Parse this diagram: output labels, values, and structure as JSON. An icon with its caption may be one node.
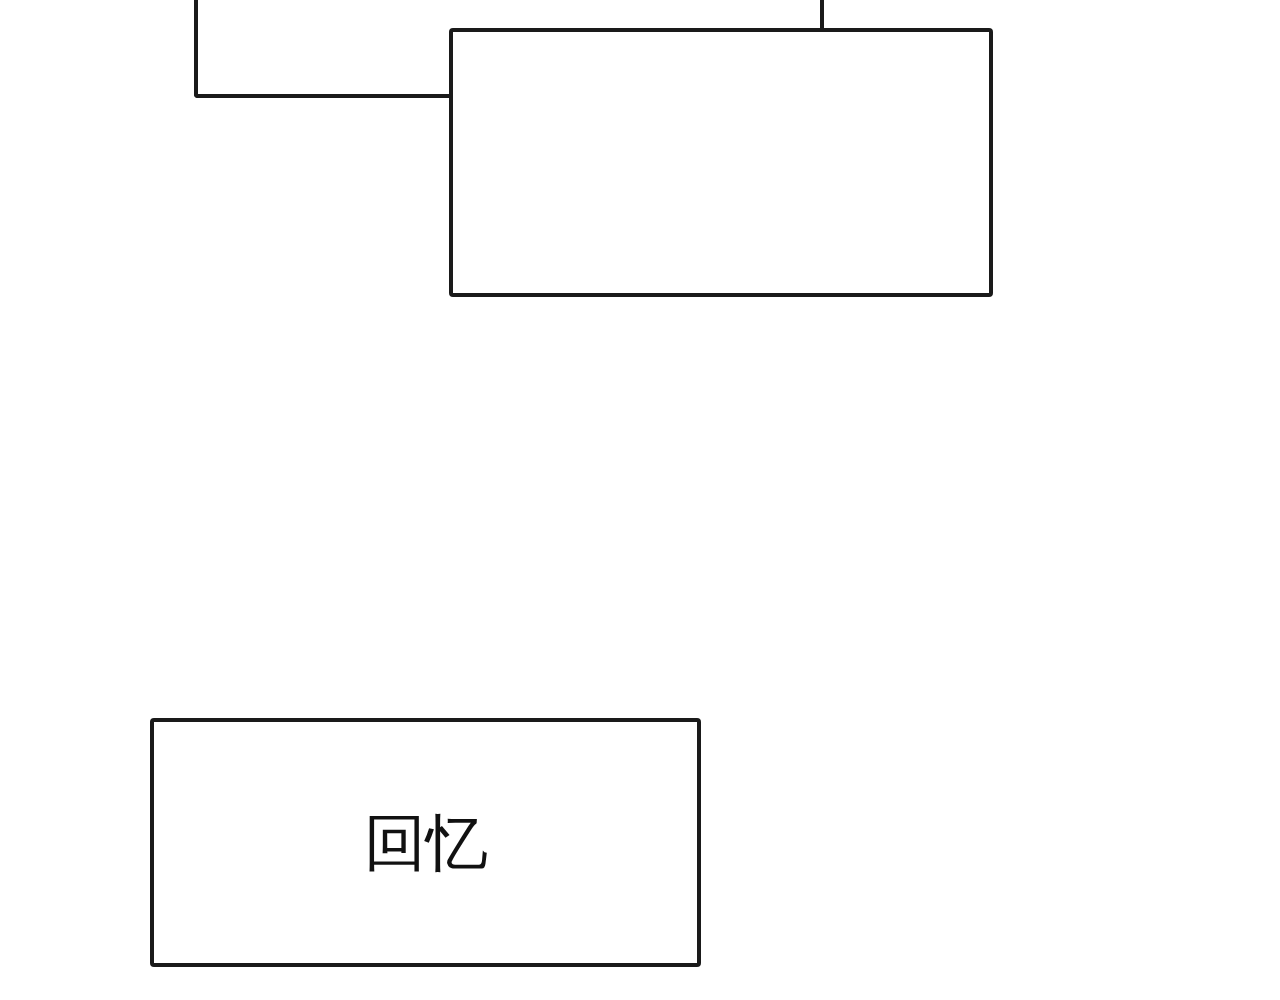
{
  "diagram": {
    "nodes": [
      {
        "text": [],
        "shape": "box"
      },
      {
        "text": [],
        "shape": "box"
      },
      {
        "text": [
          "回忆"
        ]
      }
    ]
  }
}
